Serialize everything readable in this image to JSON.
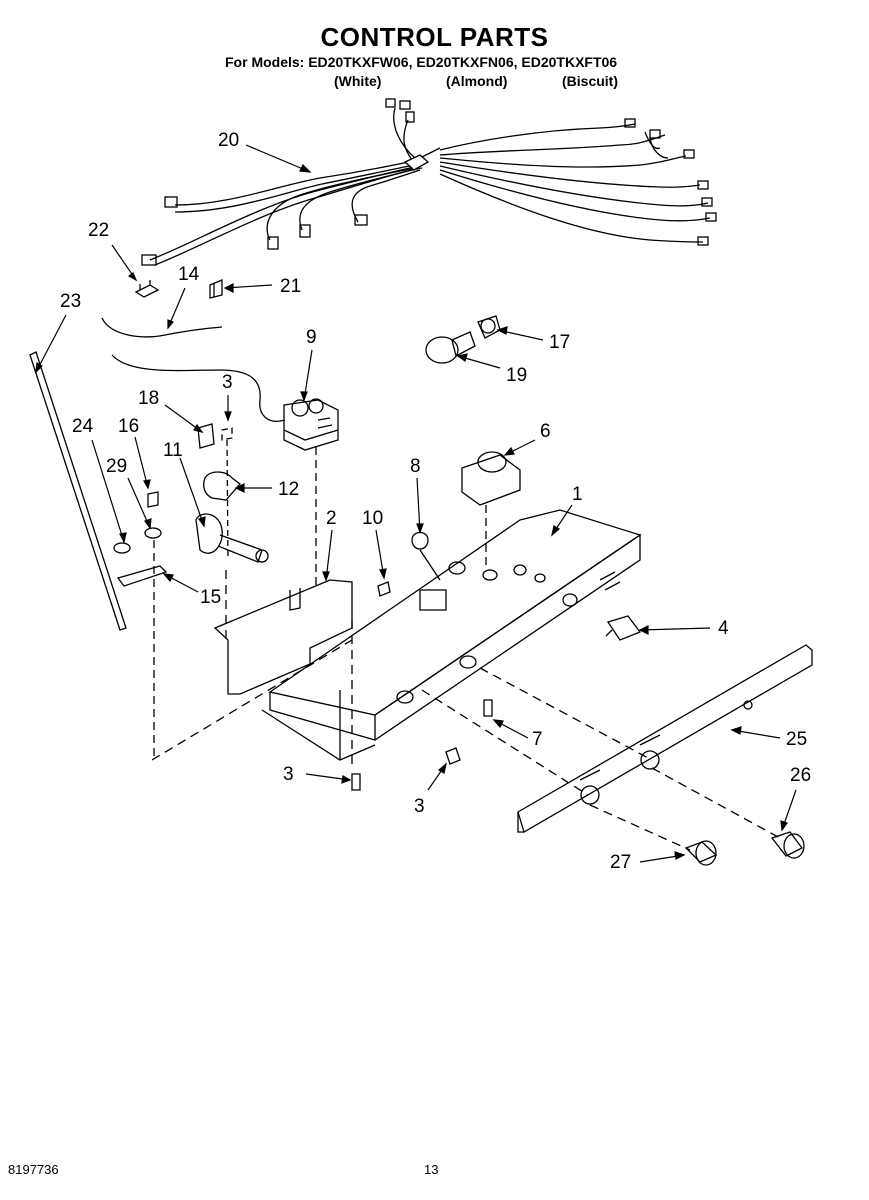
{
  "header": {
    "title": "CONTROL PARTS",
    "models_line": "For Models: ED20TKXFW06, ED20TKXFN06, ED20TKXFT06",
    "colors": [
      "(White)",
      "(Almond)",
      "(Biscuit)"
    ]
  },
  "callouts": [
    "20",
    "22",
    "14",
    "21",
    "23",
    "9",
    "17",
    "19",
    "3",
    "18",
    "24",
    "16",
    "11",
    "12",
    "29",
    "6",
    "8",
    "1",
    "2",
    "10",
    "15",
    "4",
    "7",
    "25",
    "3",
    "3",
    "26",
    "27"
  ],
  "footer": {
    "doc_number": "8197736",
    "page_number": "13"
  }
}
